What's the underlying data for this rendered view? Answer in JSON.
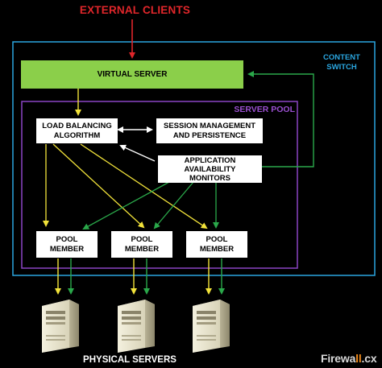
{
  "title_top": "EXTERNAL CLIENTS",
  "content_switch_label": "CONTENT\nSWITCH",
  "virtual_server_label": "VIRTUAL SERVER",
  "server_pool_label": "SERVER POOL",
  "load_balancing_label": "LOAD BALANCING\nALGORITHM",
  "session_label": "SESSION MANAGEMENT\nAND PERSISTENCE",
  "monitors_label": "APPLICATION\nAVAILABILITY\nMONITORS",
  "pool_members": [
    "POOL\nMEMBER",
    "POOL\nMEMBER",
    "POOL\nMEMBER"
  ],
  "footer_label": "PHYSICAL SERVERS",
  "logo": {
    "part1": "Firewa",
    "part2": "ll",
    "part3": ".cx"
  },
  "colors": {
    "client_arrow": "#e0262a",
    "content_switch_border": "#2aa6e0",
    "server_pool_border": "#8a44c4",
    "virtual_server_fill": "#8bcf4a",
    "yellow_arrow": "#f2e33a",
    "green_arrow": "#2aa84a",
    "monitor_arrow": "#ffffff"
  },
  "icons": [
    "server-tower-icon",
    "server-tower-icon",
    "server-tower-icon"
  ]
}
